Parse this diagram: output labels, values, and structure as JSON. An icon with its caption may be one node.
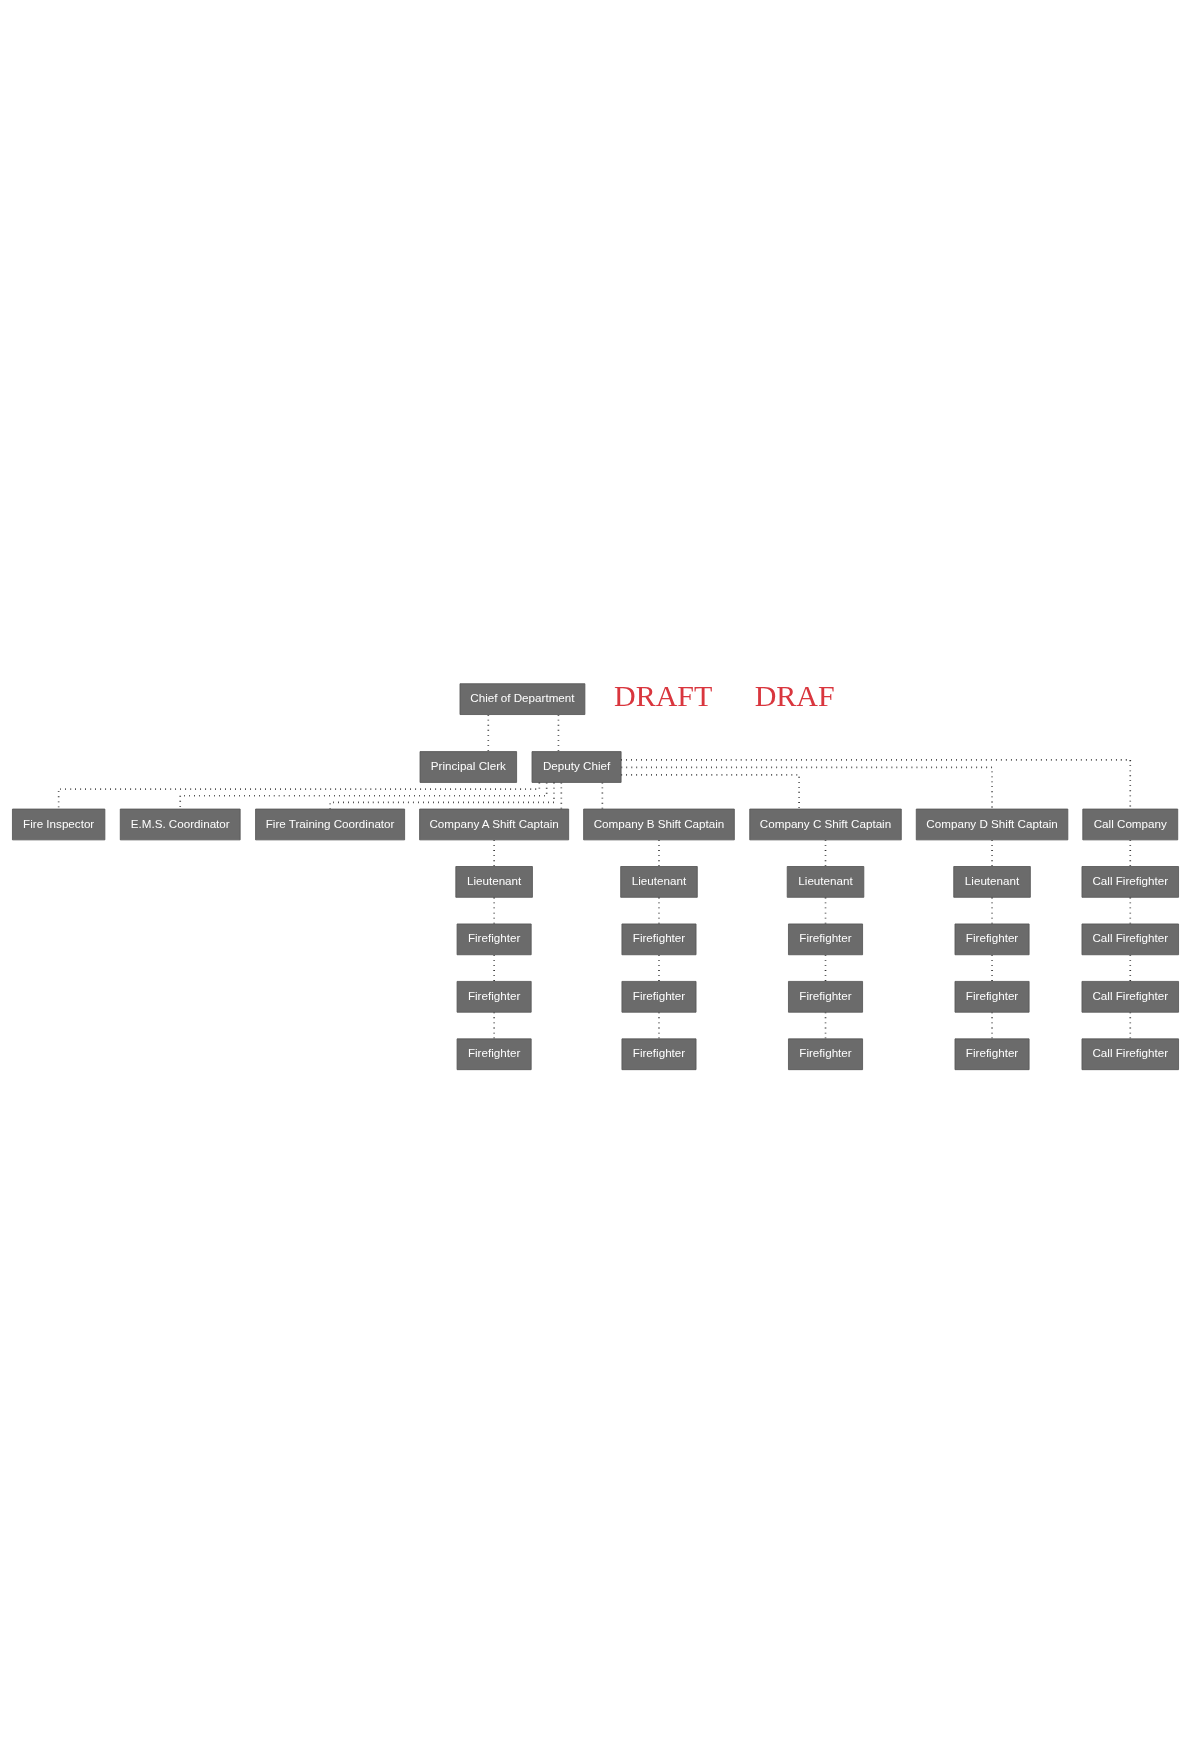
{
  "diagram": {
    "nodes": [
      {
        "text": [
          "Chief of Department"
        ]
      },
      {
        "text": [
          "Principal Clerk"
        ]
      },
      {
        "text": [
          "Deputy Chief"
        ]
      },
      {
        "text": [
          "Fire Inspector"
        ]
      },
      {
        "text": [
          "E.M.S. Coordinator"
        ]
      },
      {
        "text": [
          "Fire Training Coordinator"
        ]
      },
      {
        "text": [
          "Company A Shift Captain"
        ]
      },
      {
        "text": [
          "Lieutenant"
        ]
      },
      {
        "text": [
          "Firefighter"
        ]
      },
      {
        "text": [
          "Firefighter"
        ]
      },
      {
        "text": [
          "Firefighter"
        ]
      },
      {
        "text": [
          "Company B Shift Captain"
        ]
      },
      {
        "text": [
          "Lieutenant"
        ]
      },
      {
        "text": [
          "Firefighter"
        ]
      },
      {
        "text": [
          "Firefighter"
        ]
      },
      {
        "text": [
          "Firefighter"
        ]
      },
      {
        "text": [
          "Company C Shift Captain"
        ]
      },
      {
        "text": [
          "Lieutenant"
        ]
      },
      {
        "text": [
          "Firefighter"
        ]
      },
      {
        "text": [
          "Firefighter"
        ]
      },
      {
        "text": [
          "Firefighter"
        ]
      },
      {
        "text": [
          "Company D Shift Captain"
        ]
      },
      {
        "text": [
          "Lieutenant"
        ]
      },
      {
        "text": [
          "Firefighter"
        ]
      },
      {
        "text": [
          "Firefighter"
        ]
      },
      {
        "text": [
          "Firefighter"
        ]
      },
      {
        "text": [
          "Call Company"
        ]
      },
      {
        "text": [
          "Call Firefighter"
        ]
      },
      {
        "text": [
          "Call Firefighter"
        ]
      },
      {
        "text": [
          "Call Firefighter"
        ]
      },
      {
        "text": [
          "Call Firefighter"
        ]
      }
    ],
    "edges": [
      {
        "from": 0,
        "to": 1,
        "arrow": "none"
      },
      {
        "from": 0,
        "to": 2,
        "arrow": "none"
      },
      {
        "from": 2,
        "to": 3,
        "arrow": "none"
      },
      {
        "from": 2,
        "to": 4,
        "arrow": "none"
      },
      {
        "from": 2,
        "to": 5,
        "arrow": "none"
      },
      {
        "from": 2,
        "to": 6,
        "arrow": "none"
      },
      {
        "from": 2,
        "to": 11,
        "arrow": "none"
      },
      {
        "from": 2,
        "to": 16,
        "arrow": "none"
      },
      {
        "from": 2,
        "to": 21,
        "arrow": "none"
      },
      {
        "from": 2,
        "to": 26,
        "arrow": "none"
      },
      {
        "from": 6,
        "to": 7,
        "arrow": "none"
      },
      {
        "from": 7,
        "to": 8,
        "arrow": "none"
      },
      {
        "from": 8,
        "to": 9,
        "arrow": "none"
      },
      {
        "from": 9,
        "to": 10,
        "arrow": "none"
      },
      {
        "from": 11,
        "to": 12,
        "arrow": "none"
      },
      {
        "from": 12,
        "to": 13,
        "arrow": "none"
      },
      {
        "from": 13,
        "to": 14,
        "arrow": "none"
      },
      {
        "from": 14,
        "to": 15,
        "arrow": "none"
      },
      {
        "from": 16,
        "to": 17,
        "arrow": "none"
      },
      {
        "from": 17,
        "to": 18,
        "arrow": "none"
      },
      {
        "from": 18,
        "to": 19,
        "arrow": "none"
      },
      {
        "from": 19,
        "to": 20,
        "arrow": "none"
      },
      {
        "from": 21,
        "to": 22,
        "arrow": "none"
      },
      {
        "from": 22,
        "to": 23,
        "arrow": "none"
      },
      {
        "from": 23,
        "to": 24,
        "arrow": "none"
      },
      {
        "from": 24,
        "to": 25,
        "arrow": "none"
      },
      {
        "from": 26,
        "to": 27,
        "arrow": "none"
      },
      {
        "from": 27,
        "to": 28,
        "arrow": "none"
      },
      {
        "from": 28,
        "to": 29,
        "arrow": "none"
      },
      {
        "from": 29,
        "to": 30,
        "arrow": "none"
      }
    ],
    "labels": [
      "DRAFT",
      "DRAF"
    ]
  }
}
